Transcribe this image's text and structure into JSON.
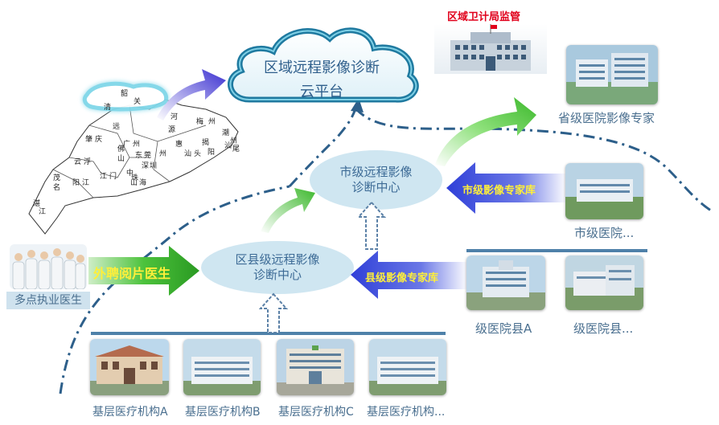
{
  "supervision": {
    "label": "区域卫计局监管"
  },
  "cloud": {
    "line1": "区域远程影像诊断",
    "line2": "云平台"
  },
  "city_center": {
    "line1": "市级远程影像",
    "line2": "诊断中心"
  },
  "district_center": {
    "line1": "区县级远程影像",
    "line2": "诊断中心"
  },
  "labels": {
    "provincial": "省级医院影像专家",
    "city_hospital": "市级医院...",
    "county_a": "级医院县A",
    "county_b": "级医院县...",
    "doctor": "多点执业医生"
  },
  "arrows": {
    "external_doctor": "外聘阅片医生",
    "city_experts": "市级影像专家库",
    "county_experts": "县级影像专家库"
  },
  "grassroots": [
    "基层医疗机构A",
    "基层医疗机构B",
    "基层医疗机构C",
    "基层医疗机构..."
  ],
  "map_cities": [
    "韶",
    "关",
    "清",
    "远",
    "河",
    "源",
    "梅",
    "州",
    "潮",
    "州",
    "揭",
    "阳",
    "汕",
    "头",
    "汕",
    "尾",
    "惠",
    "州",
    "东",
    "莞",
    "深",
    "圳",
    "广",
    "州",
    "佛",
    "山",
    "肇",
    "庆",
    "云",
    "浮",
    "江",
    "门",
    "中",
    "山",
    "珠",
    "海",
    "阳",
    "江",
    "茂",
    "名",
    "湛",
    "江"
  ],
  "colors": {
    "title_red": "#e0001b",
    "cloud_stroke": "#1f7aa0",
    "oval_fill": "#cfe6f1",
    "text_blue": "#3d6b96",
    "green_arrow": "#4cc23c",
    "blue_arrow": "#2f3fd8",
    "yellow_text": "#ffef3a"
  }
}
